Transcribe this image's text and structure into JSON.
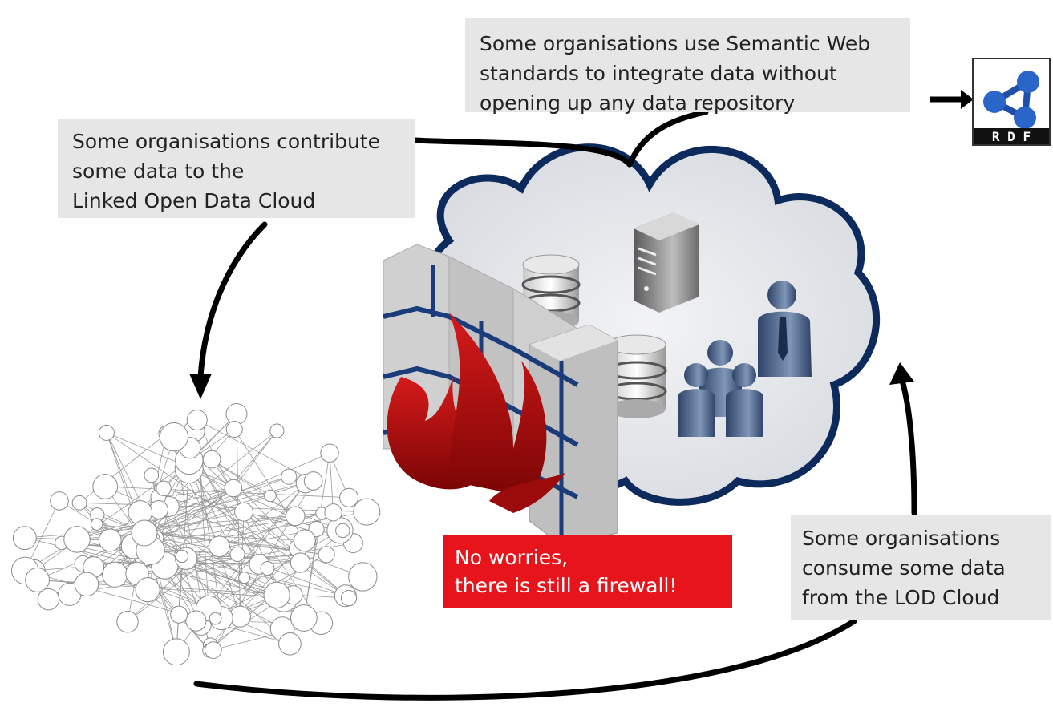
{
  "callouts": {
    "semantic_web": [
      "Some organisations use Semantic Web",
      "standards to integrate data without",
      "opening up any data repository"
    ],
    "contribute": [
      "Some organisations contribute",
      "some data to the",
      "Linked Open Data Cloud"
    ],
    "consume": [
      "Some organisations",
      "consume some data",
      "from the LOD Cloud"
    ],
    "firewall": [
      "No worries,",
      "there is still a firewall!"
    ]
  },
  "rdf_logo": {
    "text": "R D F",
    "icon": "rdf-logo-icon"
  },
  "colors": {
    "callout_bg": "#e6e6e6",
    "firewall_bg": "#e8141b",
    "cloud_border": "#0d2a5c",
    "cloud_fill": "#e4e6ea",
    "wall_stripe": "#1b3c7a",
    "flame": "#b50d0d",
    "arrow": "#000000"
  },
  "icons": [
    "database-icon",
    "server-icon",
    "users-icon",
    "person-icon",
    "flame-icon",
    "firewall-icon",
    "lod-cloud-icon",
    "rdf-logo-icon"
  ]
}
